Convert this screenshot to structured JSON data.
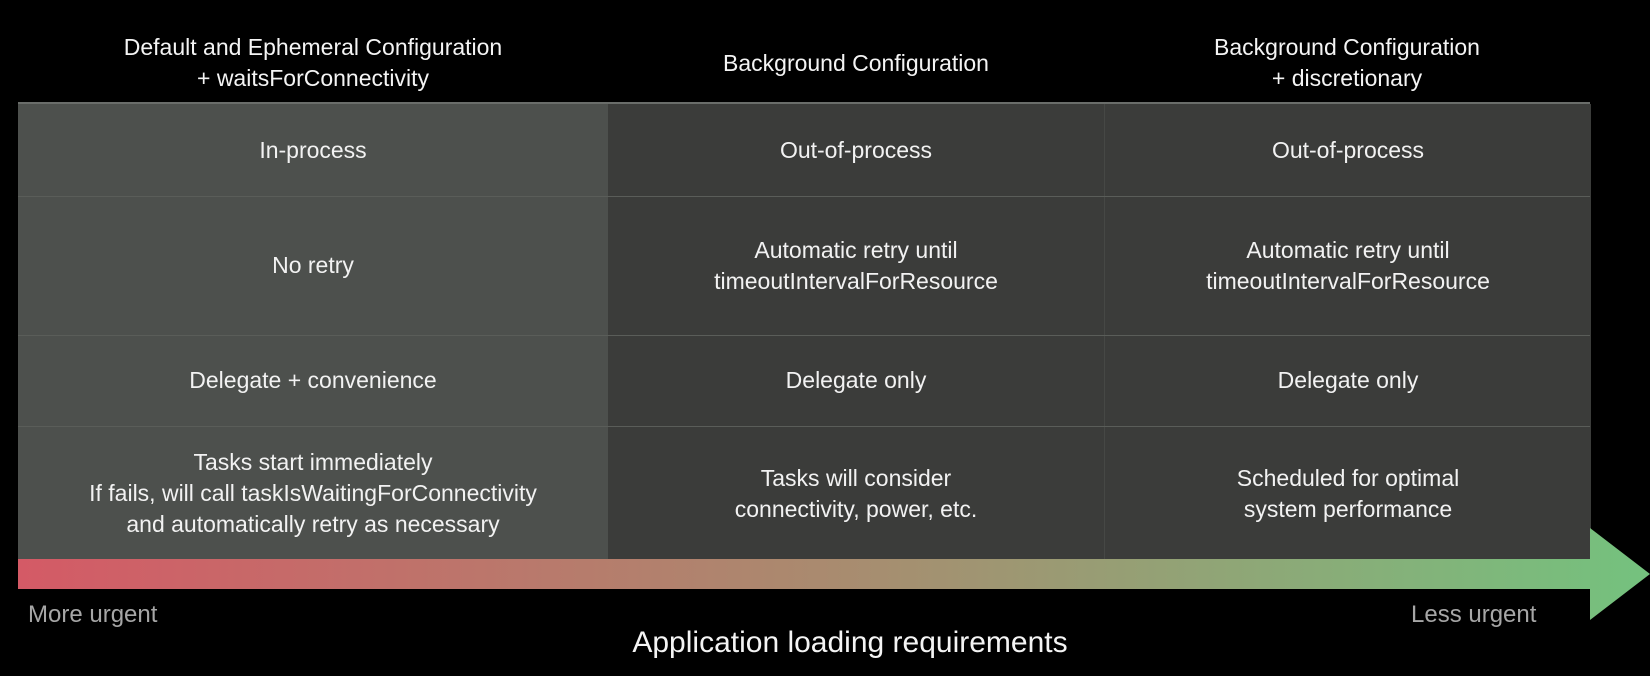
{
  "columns": [
    {
      "header": [
        "Default and Ephemeral Configuration",
        "+ waitsForConnectivity"
      ],
      "cells": [
        [
          "In-process"
        ],
        [
          "No retry"
        ],
        [
          "Delegate + convenience"
        ],
        [
          "Tasks start immediately",
          "If fails, will call taskIsWaitingForConnectivity",
          "and automatically retry as necessary"
        ]
      ]
    },
    {
      "header": [
        "Background Configuration"
      ],
      "cells": [
        [
          "Out-of-process"
        ],
        [
          "Automatic retry until",
          "timeoutIntervalForResource"
        ],
        [
          "Delegate only"
        ],
        [
          "Tasks will consider",
          "connectivity, power, etc."
        ]
      ]
    },
    {
      "header": [
        "Background Configuration",
        "+ discretionary"
      ],
      "cells": [
        [
          "Out-of-process"
        ],
        [
          "Automatic retry until",
          "timeoutIntervalForResource"
        ],
        [
          "Delegate only"
        ],
        [
          "Scheduled for optimal",
          "system performance"
        ]
      ]
    }
  ],
  "axis": {
    "start_label": "More urgent",
    "end_label": "Less urgent",
    "title": "Application loading requirements",
    "gradient": [
      "#d45a66",
      "#a98b6f",
      "#74c27e"
    ]
  },
  "colors": {
    "background": "#000000",
    "highlight_column": "#4d504d",
    "column": "#3b3c3a"
  }
}
